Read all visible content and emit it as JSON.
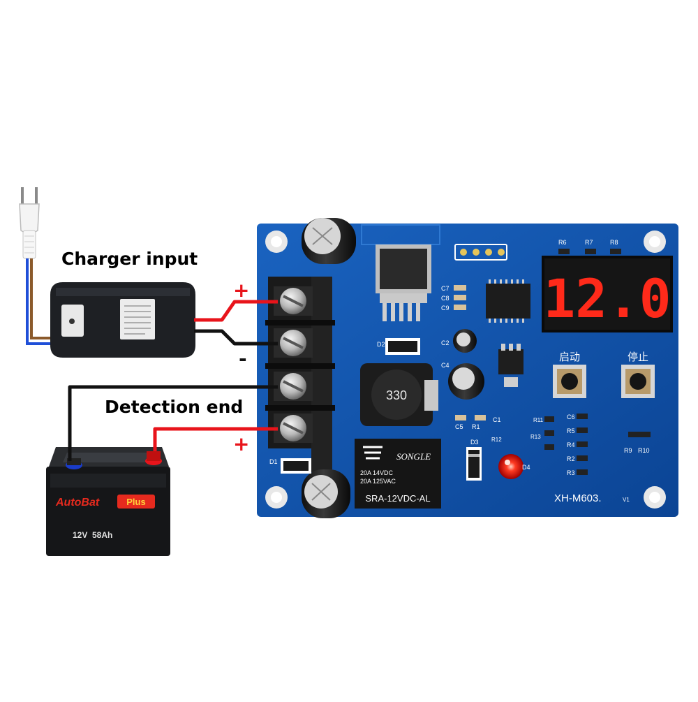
{
  "labels": {
    "charger_input": "Charger input",
    "detection_end": "Detection end"
  },
  "polarity": {
    "charger_plus": "+",
    "charger_minus": "-",
    "battery_plus": "+"
  },
  "board": {
    "model": "XH-M603.",
    "version": "V1",
    "display_reading": "12.0",
    "start_button_label": "启动",
    "stop_button_label": "停止",
    "inductor_code": "330",
    "relay_brand": "SONGLE",
    "relay_rating_1": "20A 14VDC",
    "relay_rating_2": "20A 125VAC",
    "relay_model": "SRA-12VDC-AL",
    "silkscreen": {
      "r6": "R6",
      "r7": "R7",
      "r8": "R8",
      "c7": "C7",
      "c8": "C8",
      "c9": "C9",
      "c2": "C2",
      "c4": "C4",
      "c5": "C5",
      "c6": "C6",
      "c1": "C1",
      "d1": "D1",
      "d2": "D2",
      "d3": "D3",
      "d4": "D4",
      "r1": "R1",
      "r2": "R2",
      "r3": "R3",
      "r4": "R4",
      "r5": "R5",
      "r9": "R9",
      "r10": "R10",
      "r11": "R11",
      "r12": "R12",
      "r13": "R13"
    }
  },
  "battery": {
    "brand": "AutoBat",
    "badge": "Plus",
    "spec_voltage": "12V",
    "spec_capacity": "58Ah"
  },
  "colors": {
    "pcb": "#0d4fa6",
    "wire_red": "#e8141b",
    "wire_black": "#111111",
    "led_red": "#ff2a1a",
    "polarity_red": "#e8141b"
  }
}
